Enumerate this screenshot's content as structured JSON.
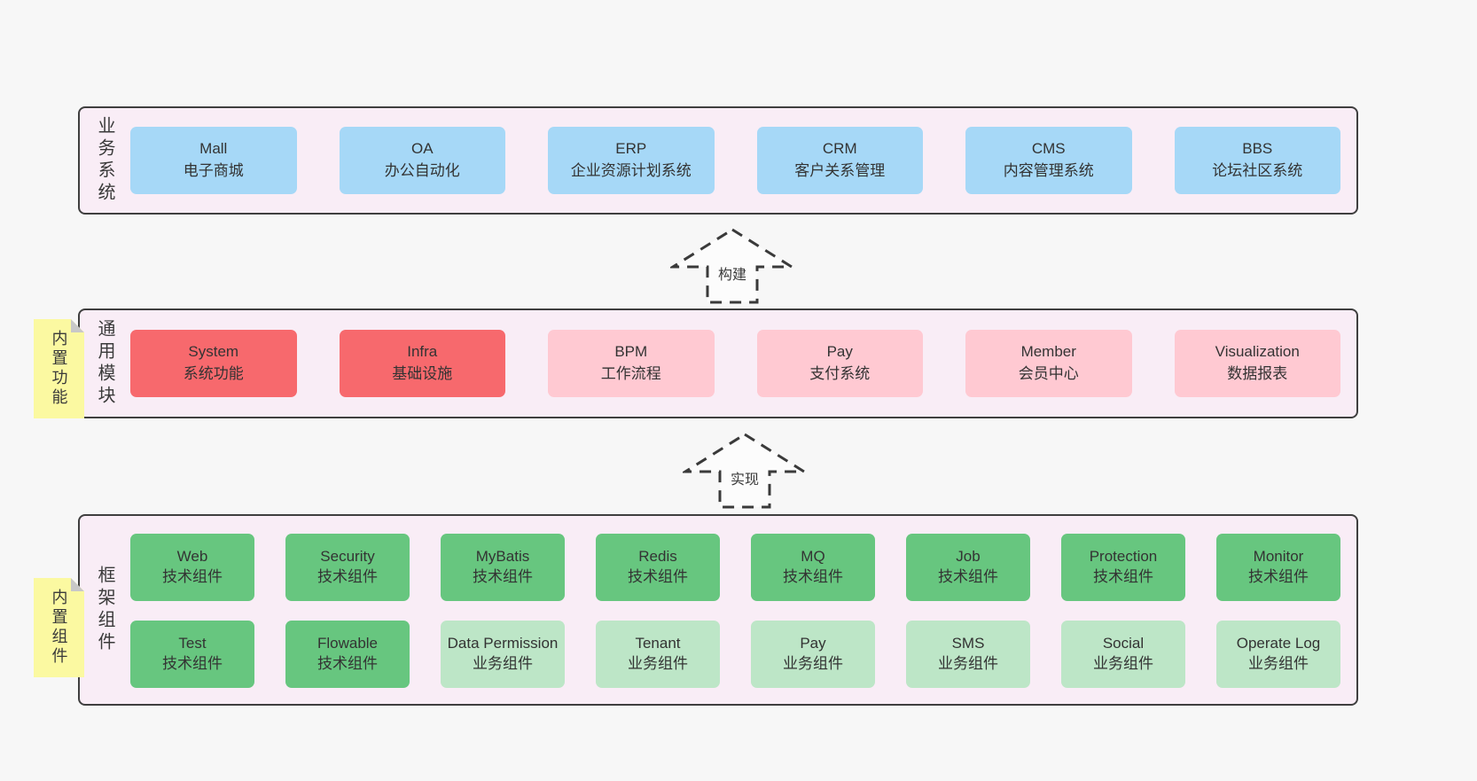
{
  "colors": {
    "page_bg": "#f7f7f7",
    "panel_bg": "#f9edf6",
    "panel_border": "#3f3f3f",
    "blue": "#a6d8f7",
    "red": "#f7696d",
    "pink": "#ffc9d2",
    "green": "#67c67f",
    "light_green": "#bde6c7",
    "sticky_yellow": "#fbf9a1",
    "sticky_fold": "#c8c8c8",
    "text": "#333333"
  },
  "layers": {
    "business": {
      "label": "业务系统",
      "boxes": [
        {
          "name": "Mall",
          "desc": "电子商城",
          "color": "blue"
        },
        {
          "name": "OA",
          "desc": "办公自动化",
          "color": "blue"
        },
        {
          "name": "ERP",
          "desc": "企业资源计划系统",
          "color": "blue"
        },
        {
          "name": "CRM",
          "desc": "客户关系管理",
          "color": "blue"
        },
        {
          "name": "CMS",
          "desc": "内容管理系统",
          "color": "blue"
        },
        {
          "name": "BBS",
          "desc": "论坛社区系统",
          "color": "blue"
        }
      ]
    },
    "modules": {
      "label": "通用模块",
      "sticky": "内置功能",
      "boxes": [
        {
          "name": "System",
          "desc": "系统功能",
          "color": "red"
        },
        {
          "name": "Infra",
          "desc": "基础设施",
          "color": "red"
        },
        {
          "name": "BPM",
          "desc": "工作流程",
          "color": "pink"
        },
        {
          "name": "Pay",
          "desc": "支付系统",
          "color": "pink"
        },
        {
          "name": "Member",
          "desc": "会员中心",
          "color": "pink"
        },
        {
          "name": "Visualization",
          "desc": "数据报表",
          "color": "pink"
        }
      ]
    },
    "components": {
      "label": "框架组件",
      "sticky": "内置组件",
      "row1": [
        {
          "name": "Web",
          "desc": "技术组件",
          "color": "green"
        },
        {
          "name": "Security",
          "desc": "技术组件",
          "color": "green"
        },
        {
          "name": "MyBatis",
          "desc": "技术组件",
          "color": "green"
        },
        {
          "name": "Redis",
          "desc": "技术组件",
          "color": "green"
        },
        {
          "name": "MQ",
          "desc": "技术组件",
          "color": "green"
        },
        {
          "name": "Job",
          "desc": "技术组件",
          "color": "green"
        },
        {
          "name": "Protection",
          "desc": "技术组件",
          "color": "green"
        },
        {
          "name": "Monitor",
          "desc": "技术组件",
          "color": "green"
        }
      ],
      "row2": [
        {
          "name": "Test",
          "desc": "技术组件",
          "color": "green"
        },
        {
          "name": "Flowable",
          "desc": "技术组件",
          "color": "green"
        },
        {
          "name": "Data Permission",
          "desc": "业务组件",
          "color": "light_green"
        },
        {
          "name": "Tenant",
          "desc": "业务组件",
          "color": "light_green"
        },
        {
          "name": "Pay",
          "desc": "业务组件",
          "color": "light_green"
        },
        {
          "name": "SMS",
          "desc": "业务组件",
          "color": "light_green"
        },
        {
          "name": "Social",
          "desc": "业务组件",
          "color": "light_green"
        },
        {
          "name": "Operate Log",
          "desc": "业务组件",
          "color": "light_green"
        }
      ]
    }
  },
  "arrows": [
    {
      "label": "构建"
    },
    {
      "label": "实现"
    }
  ]
}
